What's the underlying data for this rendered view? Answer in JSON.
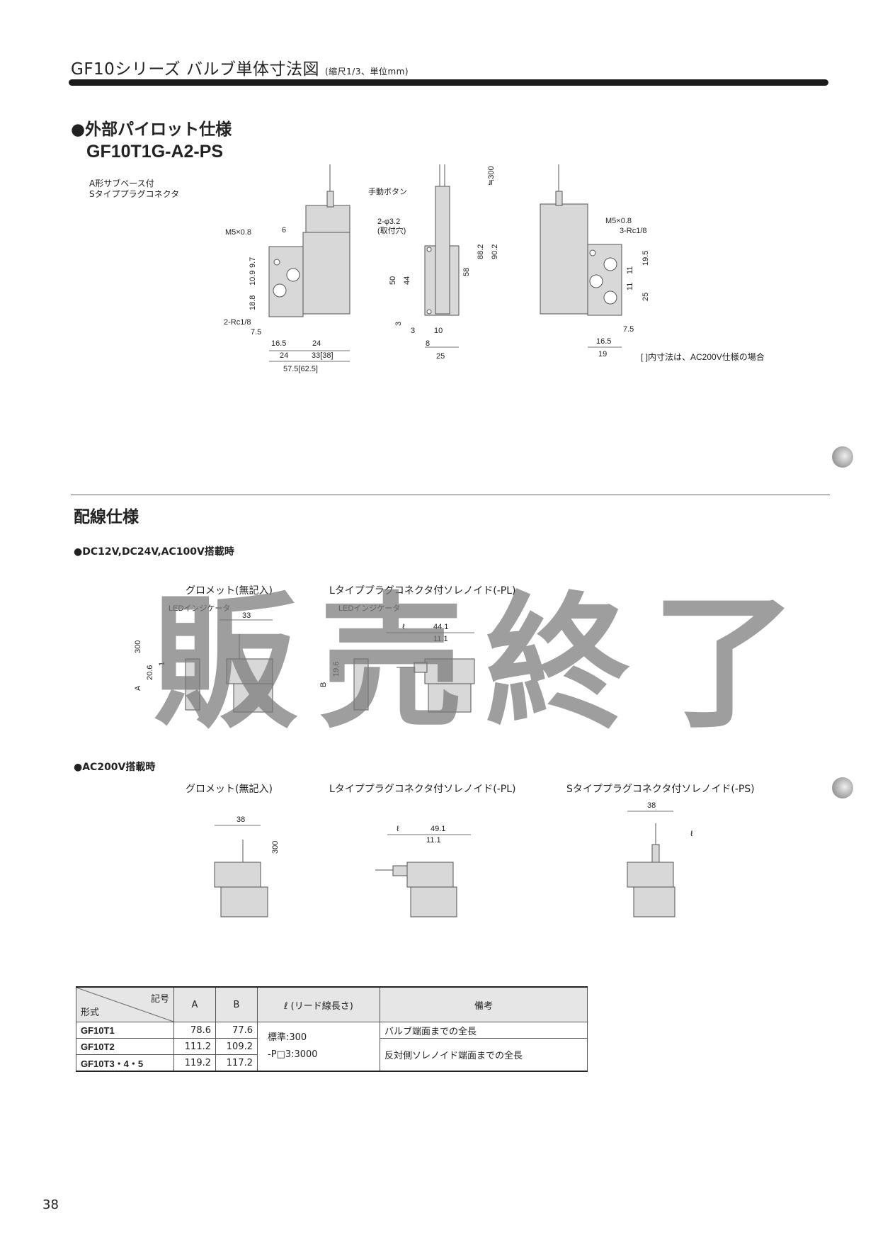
{
  "header": {
    "title": "GF10シリーズ バルブ単体寸法図",
    "subtitle": "(縮尺1/3、単位mm)"
  },
  "external_pilot": {
    "heading": "●外部パイロット仕様",
    "model": "GF10T1G-A2-PS",
    "notes": [
      "A形サブベース付",
      "Sタイププラグコネクタ"
    ],
    "front_labels": [
      "M5×0.8",
      "6",
      "9.7",
      "10.9",
      "18.8",
      "2-Rc1/8",
      "7.5",
      "16.5",
      "24",
      "24",
      "33[38]",
      "57.5[62.5]"
    ],
    "side_labels": [
      "手動ボタン",
      "2-φ3.2",
      "(取付穴)",
      "≒300",
      "88.2",
      "90.2",
      "58",
      "50",
      "44",
      "3",
      "3",
      "10",
      "8",
      "25"
    ],
    "rear_labels": [
      "M5×0.8",
      "3-Rc1/8",
      "19.5",
      "11",
      "11",
      "25",
      "7.5",
      "16.5",
      "19"
    ],
    "bracket_note": "[ ]内寸法は、AC200V仕様の場合"
  },
  "wiring": {
    "heading": "配線仕様",
    "dc_section": {
      "title": "●DC12V,DC24V,AC100V搭載時",
      "grommet_label": "グロメット(無記入)",
      "l_plug_label": "Lタイププラグコネクタ付ソレノイド(-PL)",
      "grommet_dims": [
        "LEDインジケータ",
        "33",
        "300",
        "1",
        "20.6",
        "A"
      ],
      "l_plug_dims": [
        "LEDインジケータ",
        "ℓ",
        "44.1",
        "11.1",
        "19.6",
        "B"
      ]
    },
    "ac_section": {
      "title": "●AC200V搭載時",
      "grommet_label": "グロメット(無記入)",
      "l_plug_label": "Lタイププラグコネクタ付ソレノイド(-PL)",
      "s_plug_label": "Sタイププラグコネクタ付ソレノイド(-PS)",
      "grommet_dims": [
        "38",
        "300"
      ],
      "l_plug_dims": [
        "ℓ",
        "49.1",
        "11.1"
      ],
      "s_plug_dims": [
        "38",
        "ℓ"
      ]
    }
  },
  "watermark": "販売終了",
  "table": {
    "corner_top": "記号",
    "corner_bottom": "形式",
    "headers": [
      "A",
      "B",
      "ℓ (リード線長さ)",
      "備考"
    ],
    "rows": [
      {
        "model": "GF10T1",
        "A": "78.6",
        "B": "77.6"
      },
      {
        "model": "GF10T2",
        "A": "111.2",
        "B": "109.2"
      },
      {
        "model": "GF10T3・4・5",
        "A": "119.2",
        "B": "117.2"
      }
    ],
    "lead_standard": "標準:300",
    "lead_option": "-P□3:3000",
    "remark_1": "バルブ端面までの全長",
    "remark_2": "反対側ソレノイド端面までの全長"
  },
  "page_number": "38"
}
